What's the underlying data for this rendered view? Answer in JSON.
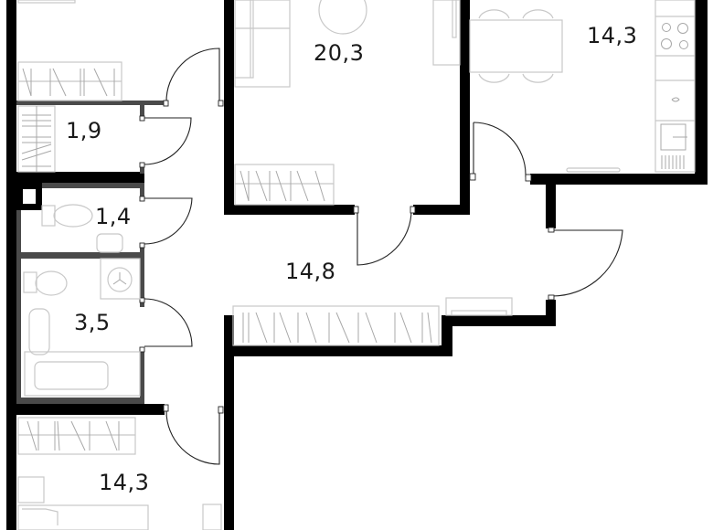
{
  "plan": {
    "type": "apartment-floor-plan",
    "colors": {
      "wall": "#000000",
      "partition": "#4a4a4a",
      "furniture": "#c8c8c8",
      "door": "#222222",
      "background": "#ffffff"
    },
    "rooms": [
      {
        "id": "bedroom-top-left",
        "area": "",
        "note": "area label cut off above view"
      },
      {
        "id": "storage",
        "area": "1,9"
      },
      {
        "id": "living-room",
        "area": "20,3"
      },
      {
        "id": "kitchen",
        "area": "14,3"
      },
      {
        "id": "toilet",
        "area": "1,4"
      },
      {
        "id": "bathroom",
        "area": "3,5"
      },
      {
        "id": "hallway",
        "area": "14,8"
      },
      {
        "id": "bedroom-bottom-left",
        "area": "14,3"
      }
    ]
  }
}
